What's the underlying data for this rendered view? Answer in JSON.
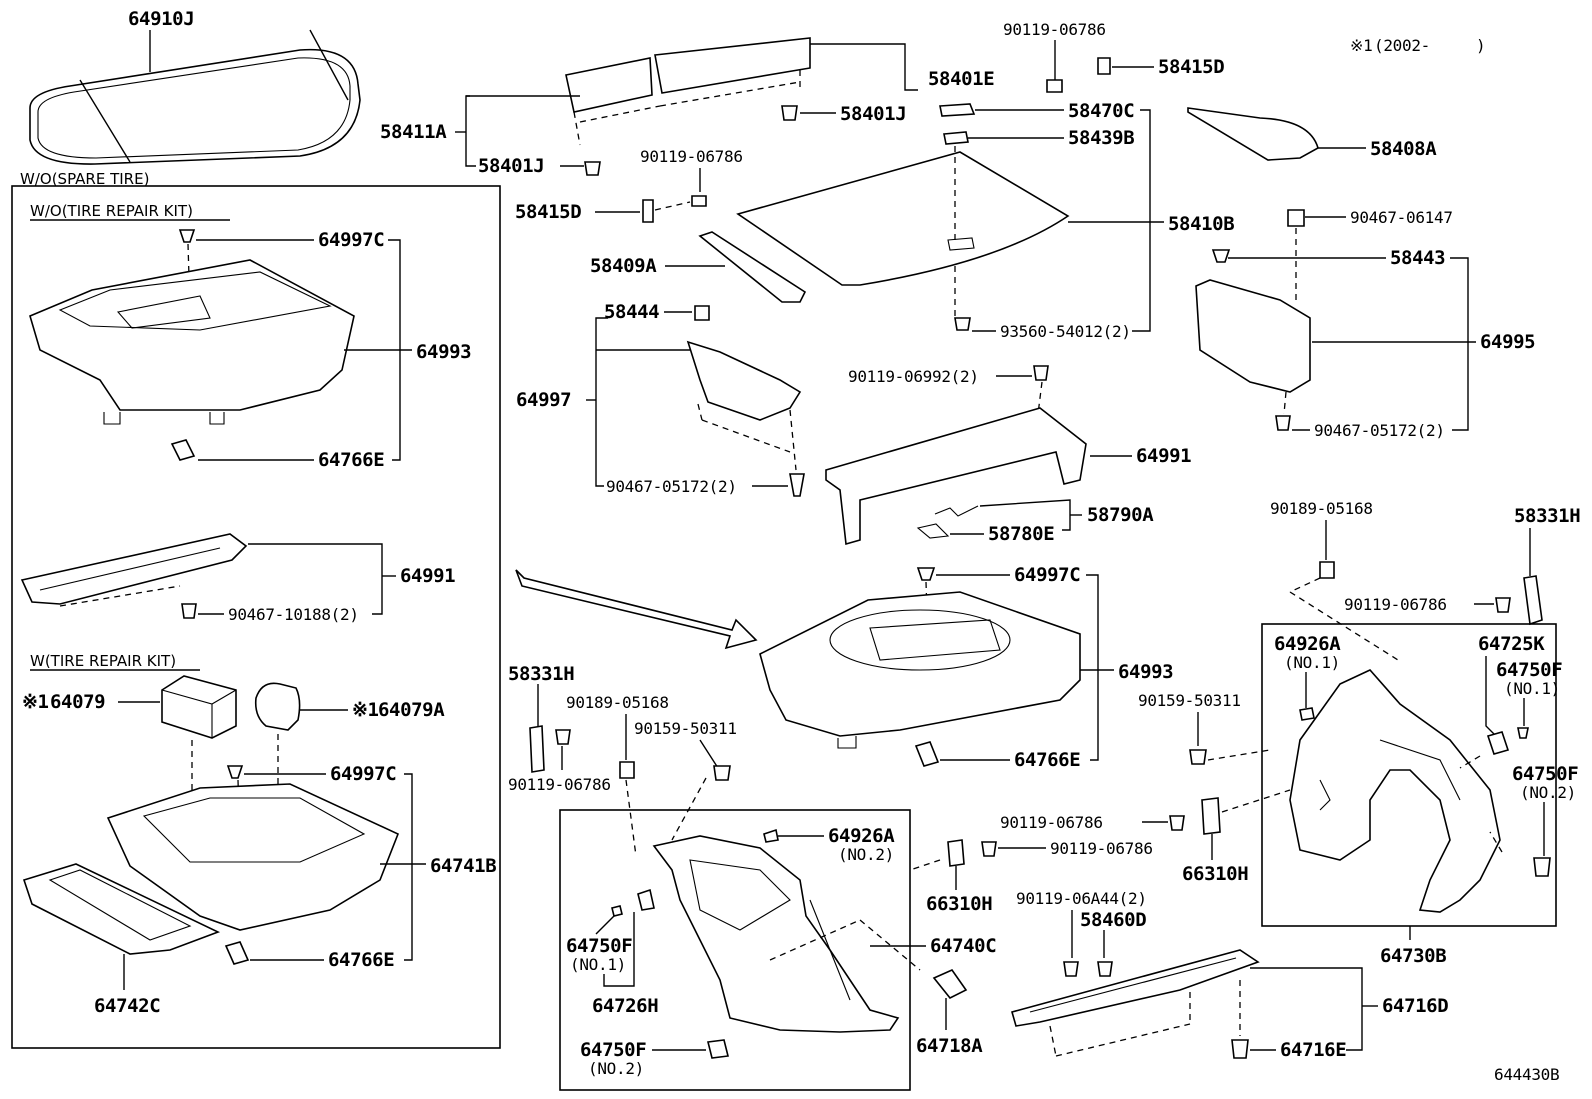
{
  "sections": {
    "wo_spare_tire": "W/O(SPARE TIRE)",
    "wo_tire_repair_kit": "W/O(TIRE REPAIR KIT)",
    "w_tire_repair_kit": "W(TIRE REPAIR KIT)"
  },
  "note": {
    "mark": "※1",
    "text": "(2002-",
    "close": ")"
  },
  "diagram_id": "644430B",
  "parts": {
    "p64910J": "64910J",
    "p58401E": "58401E",
    "p58401J_a": "58401J",
    "p58401J_b": "58401J",
    "p58411A": "58411A",
    "p90119_06786_a": "90119-06786",
    "p58415D_a": "58415D",
    "p58470C": "58470C",
    "p58439B": "58439B",
    "p58408A": "58408A",
    "p90119_06786_b": "90119-06786",
    "p58415D_b": "58415D",
    "p58410B": "58410B",
    "p58409A": "58409A",
    "p90467_06147": "90467-06147",
    "p58443": "58443",
    "p58444": "58444",
    "p93560_54012": "93560-54012(2)",
    "p64995": "64995",
    "p64997": "64997",
    "p90119_06992": "90119-06992(2)",
    "p90467_05172_a": "90467-05172(2)",
    "p90467_05172_b": "90467-05172(2)",
    "p64991_a": "64991",
    "p58790A": "58790A",
    "p58780E": "58780E",
    "p64997C_a": "64997C",
    "p64993_a": "64993",
    "p64766E_a": "64766E",
    "p64991_b": "64991",
    "p90467_10188": "90467-10188(2)",
    "p64079": "64079",
    "p64079A": "64079A",
    "p64997C_b": "64997C",
    "p64741B": "64741B",
    "p64766E_b": "64766E",
    "p64742C": "64742C",
    "p64997C_c": "64997C",
    "p64993_b": "64993",
    "p64766E_c": "64766E",
    "p90189_05168_a": "90189-05168",
    "p58331H_a": "58331H",
    "p90119_06786_c": "90119-06786",
    "p64926A_a": "64926A",
    "p64926A_a_sub": "(NO.1)",
    "p64725K": "64725K",
    "p64750F_a": "64750F",
    "p64750F_a_sub": "(NO.1)",
    "p90159_50311_a": "90159-50311",
    "p64750F_b": "64750F",
    "p64750F_b_sub": "(NO.2)",
    "p58331H_b": "58331H",
    "p90189_05168_b": "90189-05168",
    "p90159_50311_b": "90159-50311",
    "p90119_06786_d": "90119-06786",
    "p64926A_b": "64926A",
    "p64926A_b_sub": "(NO.2)",
    "p90119_06786_e": "90119-06786",
    "p90119_06786_f": "90119-06786",
    "p66310H_a": "66310H",
    "p66310H_b": "66310H",
    "p64730B": "64730B",
    "p64750F_c": "64750F",
    "p64750F_c_sub": "(NO.1)",
    "p64726H": "64726H",
    "p64740C": "64740C",
    "p90119_06A44": "90119-06A44(2)",
    "p58460D": "58460D",
    "p64718A": "64718A",
    "p64716D": "64716D",
    "p64750F_d": "64750F",
    "p64750F_d_sub": "(NO.2)",
    "p64716E": "64716E"
  }
}
